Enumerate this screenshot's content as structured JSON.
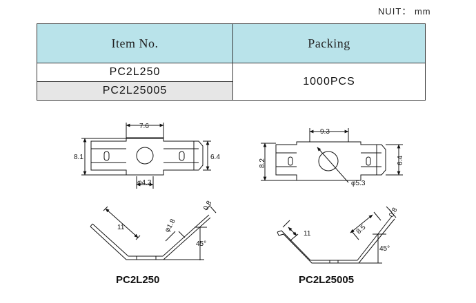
{
  "unit_label": "NUIT： mm",
  "table": {
    "headers": [
      "Item No.",
      "Packing"
    ],
    "rows": [
      {
        "item": "PC2L250"
      },
      {
        "item": "PC2L25005"
      }
    ],
    "packing": "1000PCS"
  },
  "drawings": {
    "left": {
      "top_width": "7.6",
      "left_height": "8.1",
      "right_height": "6.4",
      "hole": "φ4.3",
      "arm": "11",
      "thickness": "0.8",
      "bend_radius": "φ1.8",
      "angle": "45°",
      "caption": "PC2L250"
    },
    "right": {
      "top_width": "9.3",
      "left_height": "8.2",
      "right_height": "6.4",
      "hole": "φ5.3",
      "arm_left": "11",
      "arm_right": "8.5",
      "thickness": "0.8",
      "angle": "45°",
      "caption": "PC2L25005"
    }
  }
}
